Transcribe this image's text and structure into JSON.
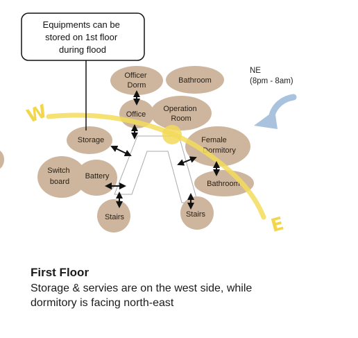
{
  "callout": {
    "lines": [
      "Equipments can be",
      "stored on 1st floor",
      "during flood"
    ]
  },
  "wind": {
    "direction": "NE",
    "time": "(8pm - 8am)"
  },
  "sun_path": {
    "west_label": "W",
    "east_label": "E"
  },
  "rooms": {
    "officer_dorm": [
      "Officer",
      "Dorm"
    ],
    "bathroom_top": [
      "Bathroom"
    ],
    "office": [
      "Office"
    ],
    "operation_room": [
      "Operation",
      "Room"
    ],
    "storage": [
      "Storage"
    ],
    "female_dormitory": [
      "Female",
      "Dormitory"
    ],
    "switch_board": [
      "Switch",
      "board"
    ],
    "battery": [
      "Battery"
    ],
    "bathroom_bottom": [
      "Bathroom"
    ],
    "stairs_left": [
      "Stairs"
    ],
    "stairs_right": [
      "Stairs"
    ]
  },
  "caption": {
    "title": "First Floor",
    "line1": "Storage & servies are on the west side, while",
    "line2": "dormitory is facing north-east"
  },
  "colors": {
    "room_fill": "#cdb69d",
    "sun_path": "#f3dc5c",
    "wind_arrow": "#a9c2de",
    "arrow": "#111111"
  }
}
